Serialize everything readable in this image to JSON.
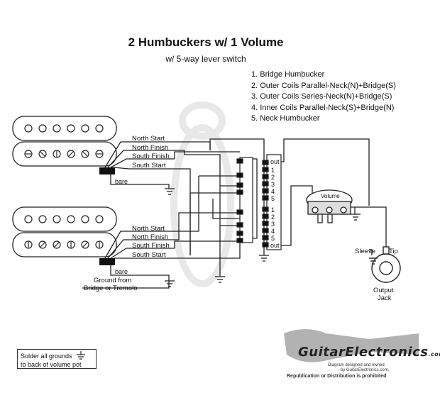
{
  "title": "2 Humbuckers w/ 1 Volume",
  "subtitle": "w/ 5-way lever switch",
  "positions": [
    "1. Bridge Humbucker",
    "2. Outer Coils Parallel-Neck(N)+Bridge(S)",
    "3. Outer Coils Series-Neck(N)+Bridge(S)",
    "4. Inner Coils Parallel-Neck(S)+Bridge(N)",
    "5. Neck Humbucker"
  ],
  "bridge_wires": [
    "North Start",
    "North Finish",
    "South Finish",
    "South Start"
  ],
  "neck_wires": [
    "North Start",
    "North Finish",
    "South Finish",
    "South Start"
  ],
  "bare": "bare",
  "ground_label": [
    "Ground from",
    "Bridge or Tremolo"
  ],
  "switch_labels": [
    "out",
    "1",
    "2",
    "3",
    "4",
    "5",
    "1",
    "2",
    "3",
    "4",
    "5",
    "out"
  ],
  "volume": "Volume",
  "jack": {
    "sleeve": "Sleeve",
    "tip": "Tip",
    "label": [
      "Output",
      "Jack"
    ]
  },
  "note": [
    "Solder all grounds",
    "to back of volume pot"
  ],
  "logo": {
    "name": "GuitarElectronics",
    "suffix": ".com",
    "line1": "Diagram designed and owned",
    "line2": "by GuitarElectronics.com.",
    "line3": "Republication or Distribution is prohibited"
  }
}
